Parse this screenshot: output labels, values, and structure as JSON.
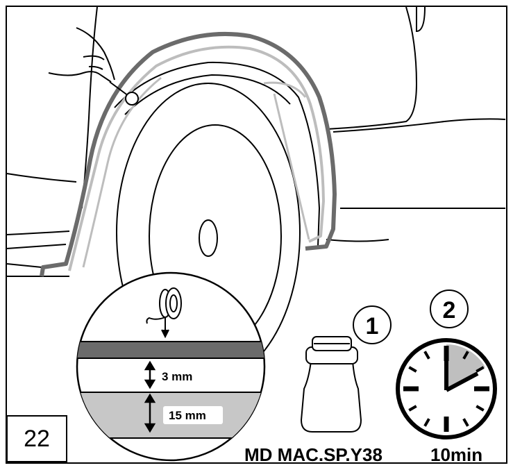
{
  "step": {
    "number": "22"
  },
  "detail": {
    "gap_label": "3 mm",
    "strip_label": "15 mm"
  },
  "product": {
    "code": "MD MAC.SP.Y38",
    "step_marker": "1"
  },
  "timer": {
    "duration": "10min",
    "step_marker": "2",
    "elapsed_fraction": 0.17
  },
  "colors": {
    "outline": "#000000",
    "tape_dark": "#6b6b6b",
    "tape_light": "#bdbdbd",
    "fill_grey": "#c7c7c7",
    "clock_wedge": "#bfbfbf"
  }
}
